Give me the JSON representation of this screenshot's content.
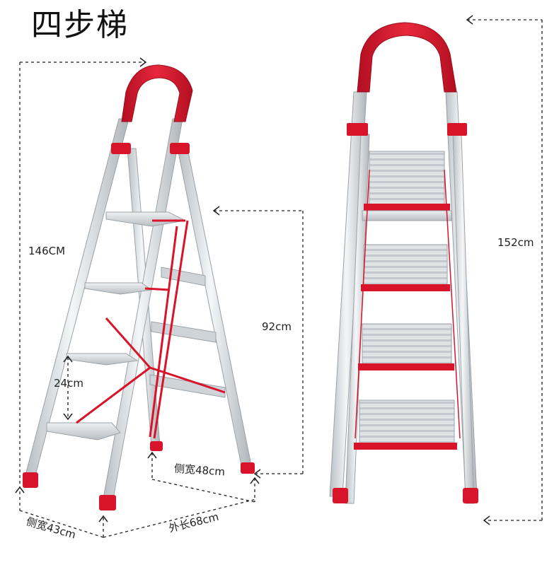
{
  "title": "四步梯",
  "dimensions": {
    "height_side": "146CM",
    "height_front": "152cm",
    "platform_height": "92cm",
    "step_spacing": "24cm",
    "side_width_top": "侧宽48cm",
    "side_width_bottom": "侧宽43cm",
    "outer_length": "外长68cm"
  },
  "colors": {
    "frame": "#d9dde0",
    "frame_edge": "#9aa2a8",
    "accent": "#d8142a",
    "dash": "#222222"
  }
}
